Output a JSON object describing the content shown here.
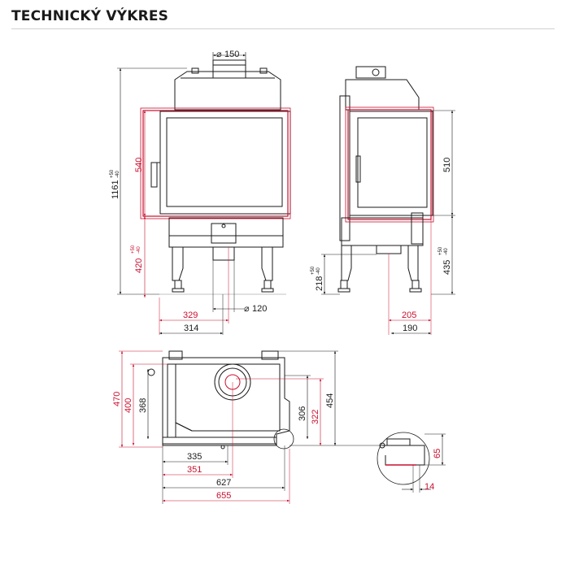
{
  "header": {
    "title": "TECHNICKÝ VÝKRES"
  },
  "colors": {
    "red": "#c8102e",
    "line": "#1a1a1a"
  },
  "front_view": {
    "flue_diameter": "150",
    "air_inlet_diameter": "120",
    "total_height": "1161",
    "total_height_tol_plus": "+50",
    "total_height_tol_minus": "-40",
    "door_height": "540",
    "base_height": "420",
    "base_height_tol_plus": "+50",
    "base_height_tol_minus": "-40",
    "axis_left": "329",
    "axis_left_black": "314"
  },
  "side_view": {
    "door_height": "510",
    "base_height": "435",
    "base_height_tol_plus": "+50",
    "base_height_tol_minus": "-40",
    "inlet_height": "218",
    "inlet_height_tol_plus": "+50",
    "inlet_height_tol_minus": "-40",
    "depth_red": "205",
    "depth_black": "190"
  },
  "plan_view": {
    "left_470": "470",
    "left_400": "400",
    "left_368": "368",
    "right_306": "306",
    "right_322": "322",
    "right_454": "454",
    "bottom_335": "335",
    "bottom_351": "351",
    "bottom_627": "627",
    "bottom_655": "655"
  },
  "detail": {
    "height": "65",
    "width": "14"
  }
}
